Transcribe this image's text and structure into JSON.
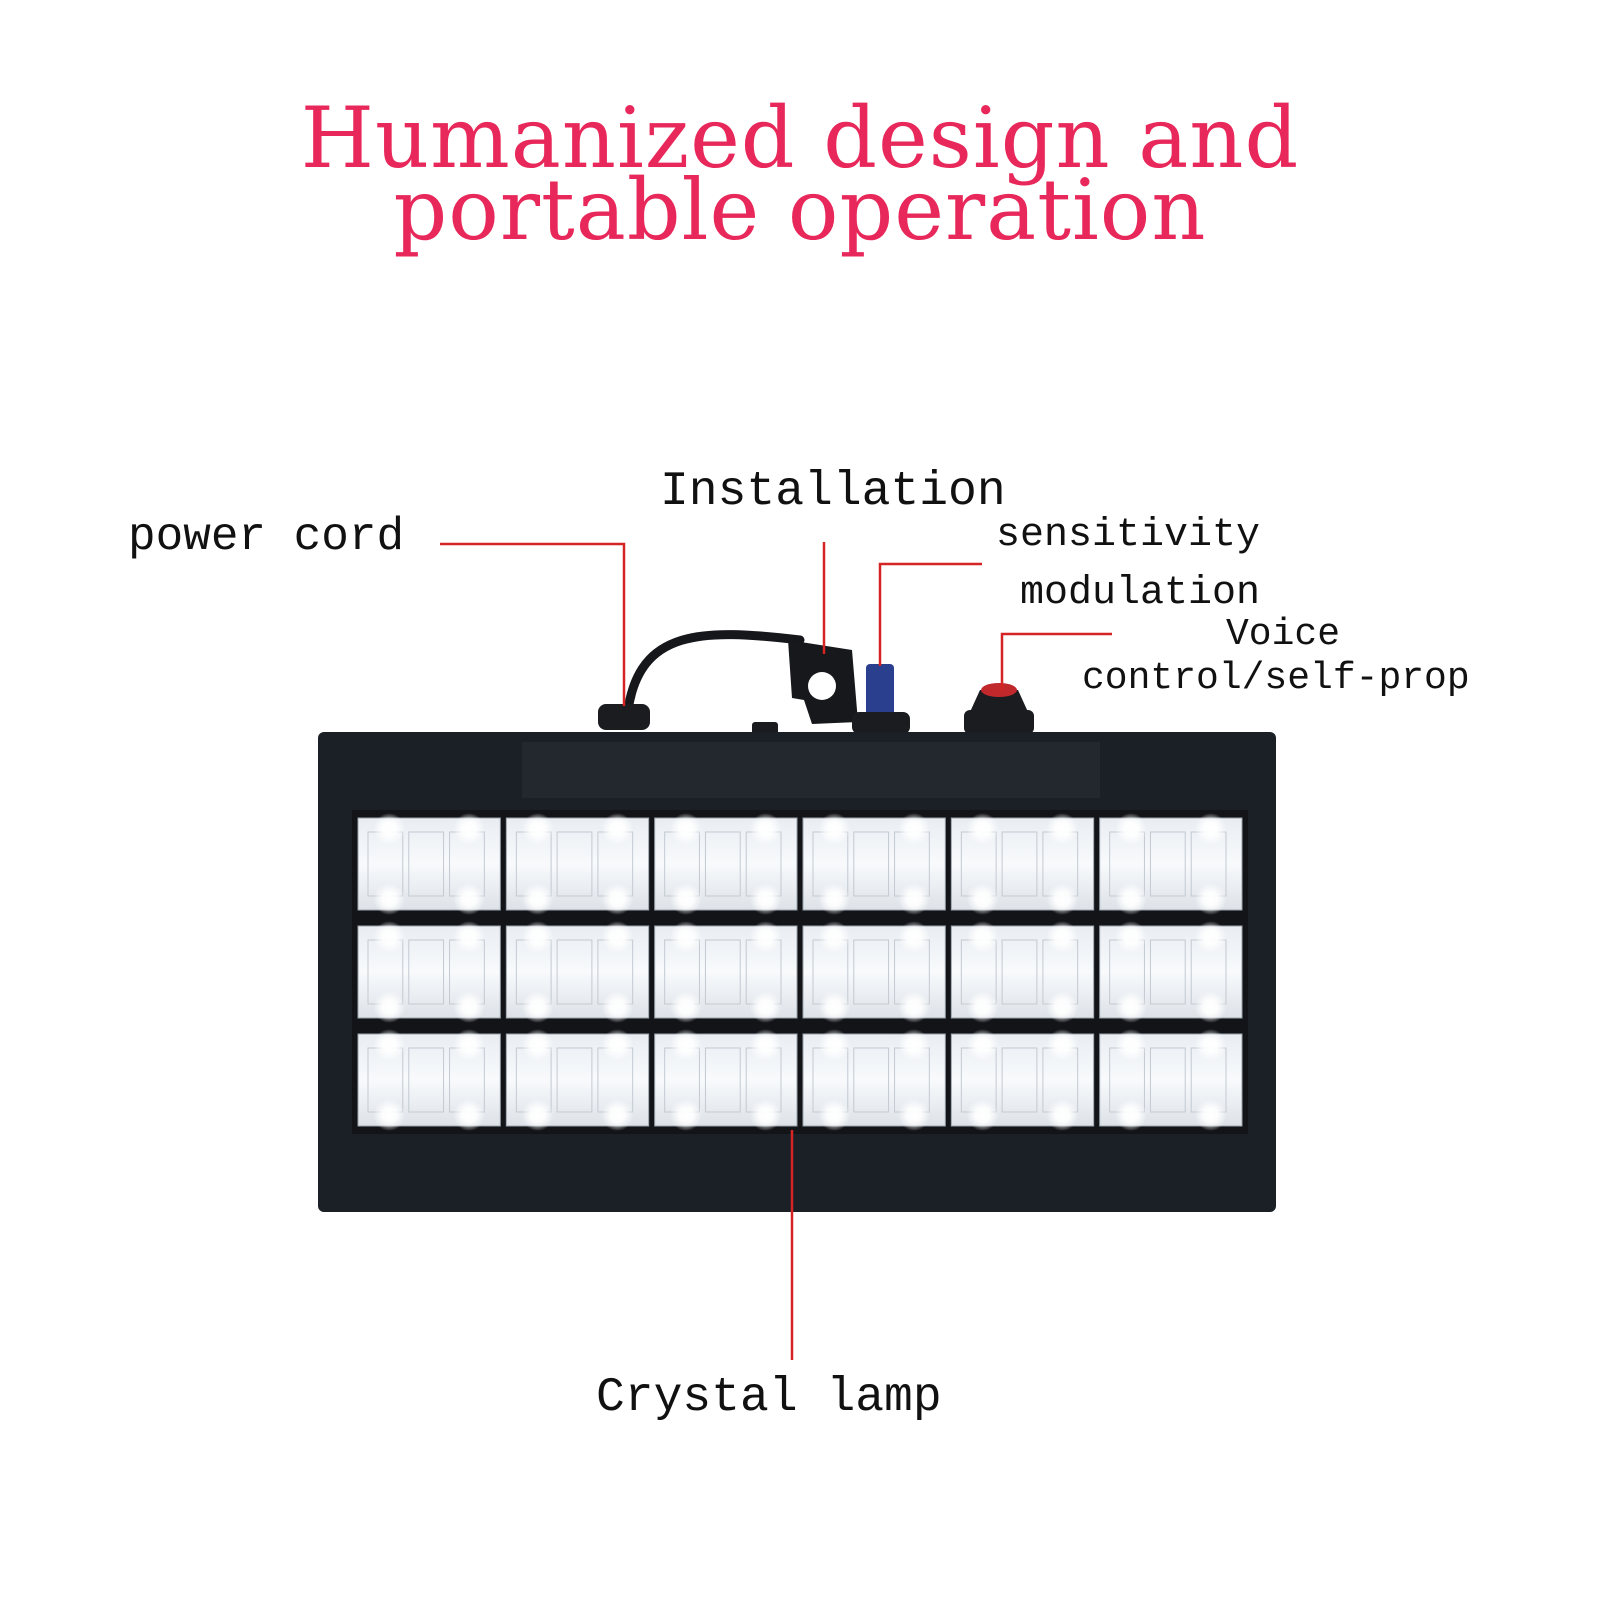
{
  "header": {
    "line1": "Humanized design and",
    "line2": "portable operation"
  },
  "callouts": {
    "power_cord": "power cord",
    "installation": "Installation",
    "sensitivity_line1": "sensitivity",
    "sensitivity_line2": "modulation",
    "voice_line1": "Voice",
    "voice_line2": "control/self-prop",
    "crystal_lamp": "Crystal lamp"
  },
  "device": {
    "led_rows": 3,
    "led_columns": 6
  },
  "colors": {
    "title": "#e8285a",
    "leader_line": "#d42424",
    "housing": "#1b1f26",
    "led_glow": "#ffffff",
    "button": "#c0282c"
  }
}
